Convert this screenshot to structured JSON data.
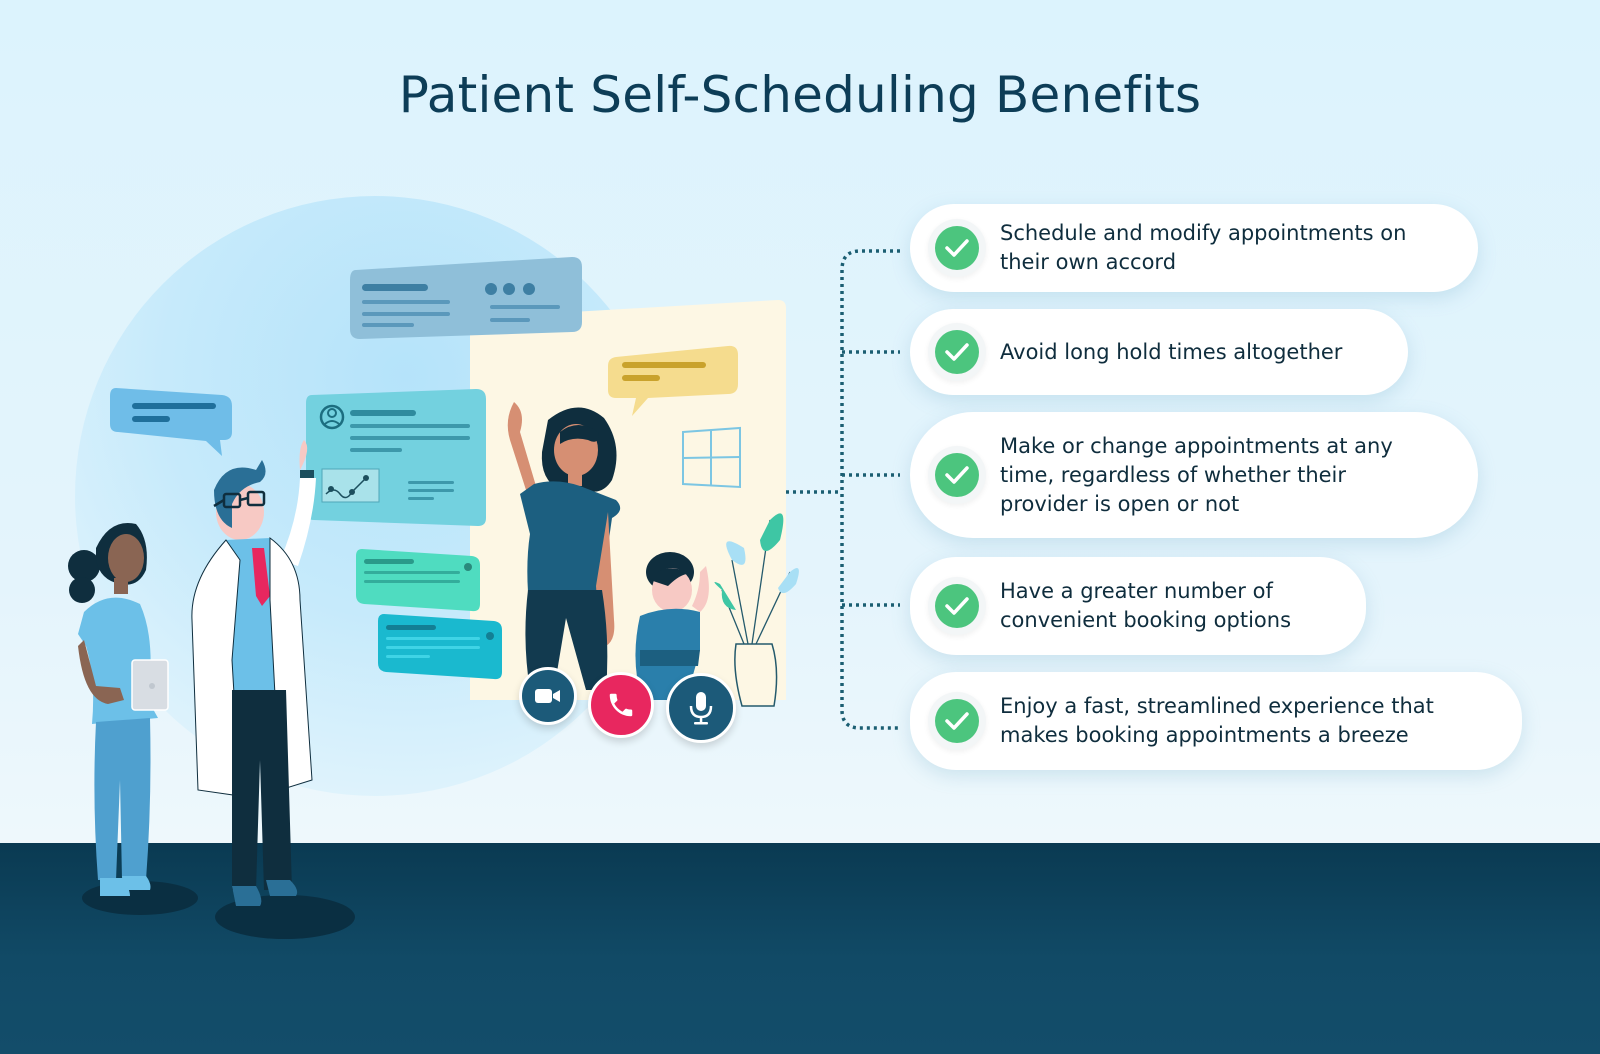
{
  "title": "Patient Self-Scheduling Benefits",
  "colors": {
    "title": "#0d3d57",
    "check_green": "#4cc57e",
    "connector_dots": "#1b5e72",
    "floor": "#114a66",
    "end_call_red": "#e8275f",
    "call_button_blue": "#1c5a79"
  },
  "benefits": [
    {
      "icon": "check-circle-icon",
      "text": "Schedule and modify appointments on\ntheir own accord"
    },
    {
      "icon": "check-circle-icon",
      "text": "Avoid long hold times altogether"
    },
    {
      "icon": "check-circle-icon",
      "text": "Make or change appointments at any\ntime, regardless of whether their\nprovider is open or not"
    },
    {
      "icon": "check-circle-icon",
      "text": "Have a greater number of\nconvenient booking options"
    },
    {
      "icon": "check-circle-icon",
      "text": "Enjoy a fast, streamlined experience that\nmakes booking appointments a breeze"
    }
  ],
  "illustration": {
    "figures": [
      "nurse-with-tablet",
      "doctor-in-lab-coat",
      "mother-waving",
      "child-waving"
    ],
    "call_controls": [
      {
        "name": "video-camera-icon",
        "color": "#1c5a79"
      },
      {
        "name": "phone-end-call-icon",
        "color": "#e8275f"
      },
      {
        "name": "microphone-icon",
        "color": "#1c5a79"
      }
    ]
  }
}
